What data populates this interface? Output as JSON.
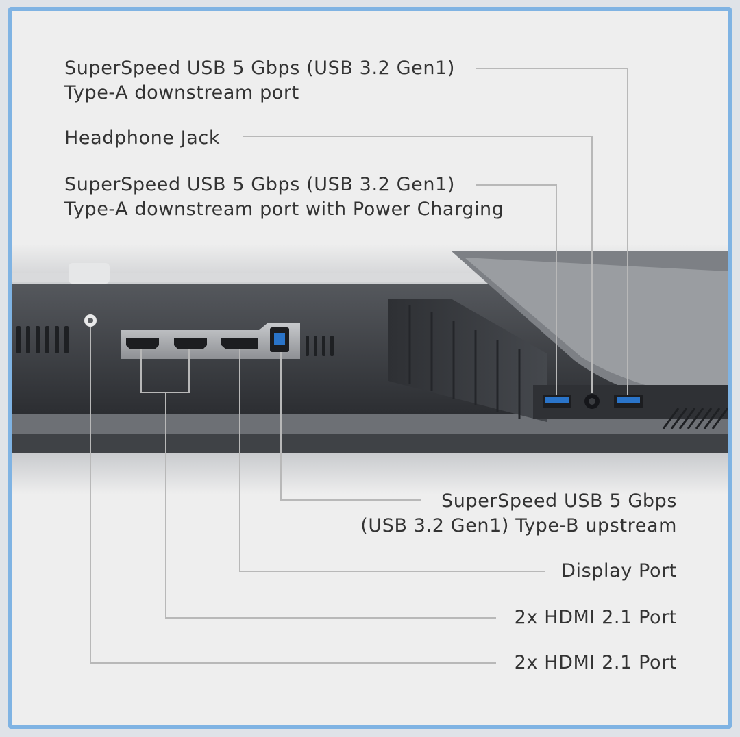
{
  "labels": {
    "usb_a_top": {
      "line1": "SuperSpeed USB 5 Gbps (USB 3.2 Gen1)",
      "line2": "Type-A downstream port"
    },
    "headphone": {
      "line1": "Headphone Jack"
    },
    "usb_a_charging": {
      "line1": "SuperSpeed USB 5 Gbps (USB 3.2 Gen1)",
      "line2": "Type-A downstream port with Power Charging"
    },
    "usb_b": {
      "line1": "SuperSpeed USB 5 Gbps",
      "line2": "(USB 3.2 Gen1) Type-B upstream"
    },
    "displayport": {
      "line1": "Display Port"
    },
    "hdmi_1": {
      "line1": "2x HDMI 2.1 Port"
    },
    "hdmi_2": {
      "line1": "2x HDMI 2.1 Port"
    }
  },
  "colors": {
    "frame_border": "#7fb3e3",
    "background": "#eeeeee",
    "text": "#333333",
    "leader_line": "#b8b8b8",
    "monitor_dark": "#3a3d42",
    "monitor_silver": "#b0b2b5",
    "usb_blue": "#2a74c9"
  }
}
